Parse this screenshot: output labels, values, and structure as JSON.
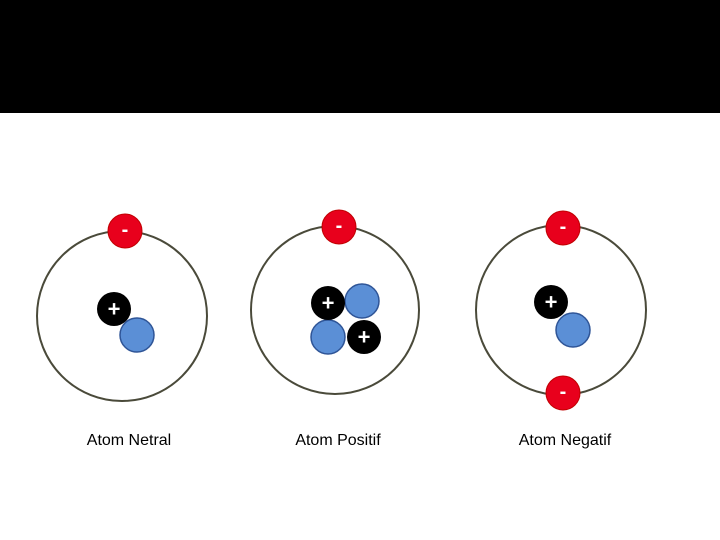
{
  "title": "",
  "signs": {
    "proton": "+",
    "electron": "-"
  },
  "colors": {
    "header": "#000000",
    "orbit": "#4a4a3a",
    "electron": "#e8001c",
    "proton": "#000000",
    "neutron": "#5b8fd6"
  },
  "atoms": [
    {
      "label": "Atom Netral",
      "protons": 1,
      "neutrons": 1,
      "electrons": 1
    },
    {
      "label": "Atom Positif",
      "protons": 2,
      "neutrons": 2,
      "electrons": 1
    },
    {
      "label": "Atom Negatif",
      "protons": 1,
      "neutrons": 1,
      "electrons": 2
    }
  ]
}
